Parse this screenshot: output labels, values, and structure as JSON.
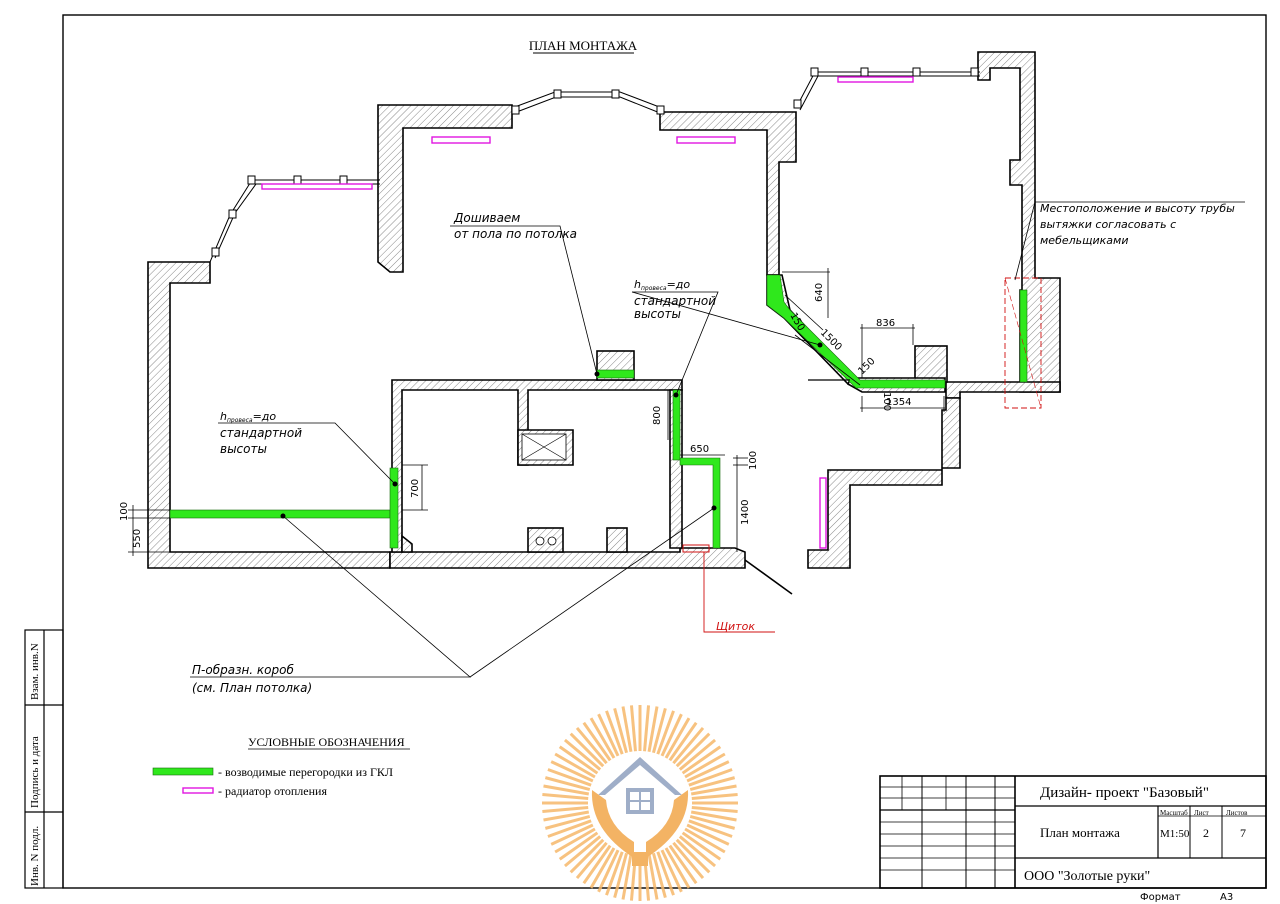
{
  "title": "ПЛАН МОНТАЖА",
  "annotations": {
    "doshivaem": [
      "Дошиваем",
      "от пола по потолка"
    ],
    "h_std_1": [
      "h",
      "провеса",
      "=до",
      "стандартной",
      "высоты"
    ],
    "h_std_2": [
      "h",
      "провеса",
      "=до",
      "стандартной",
      "высоты"
    ],
    "vent": [
      "Местоположение и высоту трубы",
      "вытяжки согласовать с",
      "мебельщиками"
    ],
    "box": [
      "П-образн. короб",
      "(см. План потолка)"
    ],
    "panel": "Щиток"
  },
  "dimensions": {
    "d640": "640",
    "d150a": "150",
    "d1500": "1500",
    "d836": "836",
    "d150b": "150",
    "d100a": "100",
    "d1354": "1354",
    "d800": "800",
    "d650": "650",
    "d100b": "100",
    "d1400": "1400",
    "d700": "700",
    "d100c": "100",
    "d550": "550"
  },
  "legend": {
    "heading": "УСЛОВНЫЕ ОБОЗНАЧЕНИЯ",
    "gkl": "- возводимые перегородки из ГКЛ",
    "radiator": "- радиатор отопления"
  },
  "side_stamp": {
    "vzam": "Взам. инв.N",
    "podpis": "Подпись и дата",
    "inv": "Инв. N подл."
  },
  "title_block": {
    "project": "Дизайн- проект \"Базовый\"",
    "sheet_name": "План монтажа",
    "col_scale": "Масштаб",
    "col_sheet": "Лист",
    "col_sheets": "Листов",
    "scale": "М1:50",
    "sheet": "2",
    "sheets": "7",
    "company": "ООО \"Золотые руки\"",
    "format_label": "Формат",
    "format_value": "А3"
  },
  "colors": {
    "partition_gkl": "#2fe81c",
    "radiator": "#e016e0",
    "panel_callout": "#d01010",
    "logo": "#f2a64a"
  },
  "icons": [
    "house-hands-logo-icon"
  ]
}
